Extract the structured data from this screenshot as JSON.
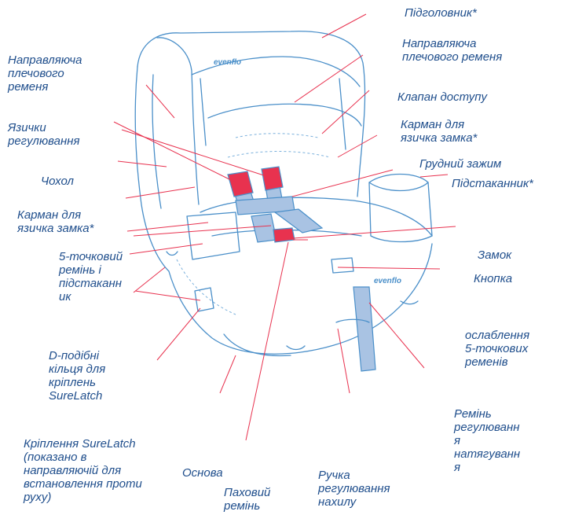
{
  "brand": "evenflo",
  "colors": {
    "label": "#1f4e8c",
    "outline": "#4a8fc9",
    "strap": "#a9c3e3",
    "leader": "#e8324f"
  },
  "labels": {
    "headrest": "Підголовник*",
    "shoulder_guide_right": "Направляюча\nплечового ременя",
    "shoulder_guide_left": "Направляюча\nплечового\nременя",
    "access_flap": "Клапан доступу",
    "buckle_pocket_right": "Карман для\nязичка замка*",
    "adjust_tongues": "Язички\nрегулювання",
    "chest_clip": "Грудний зажим",
    "cup_holder": "Підстаканник*",
    "cover": "Чохол",
    "buckle_pocket_left": "Карман для\nязичка замка*",
    "five_point_and_cupholder": "5-точковий\nремінь і\nпідстаканн\nик",
    "buckle": "Замок",
    "button": "Кнопка",
    "release": "ослаблення\n5-точкових\nременів",
    "d_rings": "D-подібні\nкільця для\nкріплень\nSureLatch",
    "tension_strap": "Ремінь\nрегулюванн\nя\nнатягуванн\nя",
    "surelatch": "Кріплення SureLatch\n(показано в\nнаправляючій для\nвстановлення проти\nруху)",
    "base": "Основа",
    "recline_handle": "Ручка\nрегулювання\nнахилу",
    "crotch_strap": "Паховий\nремінь"
  }
}
